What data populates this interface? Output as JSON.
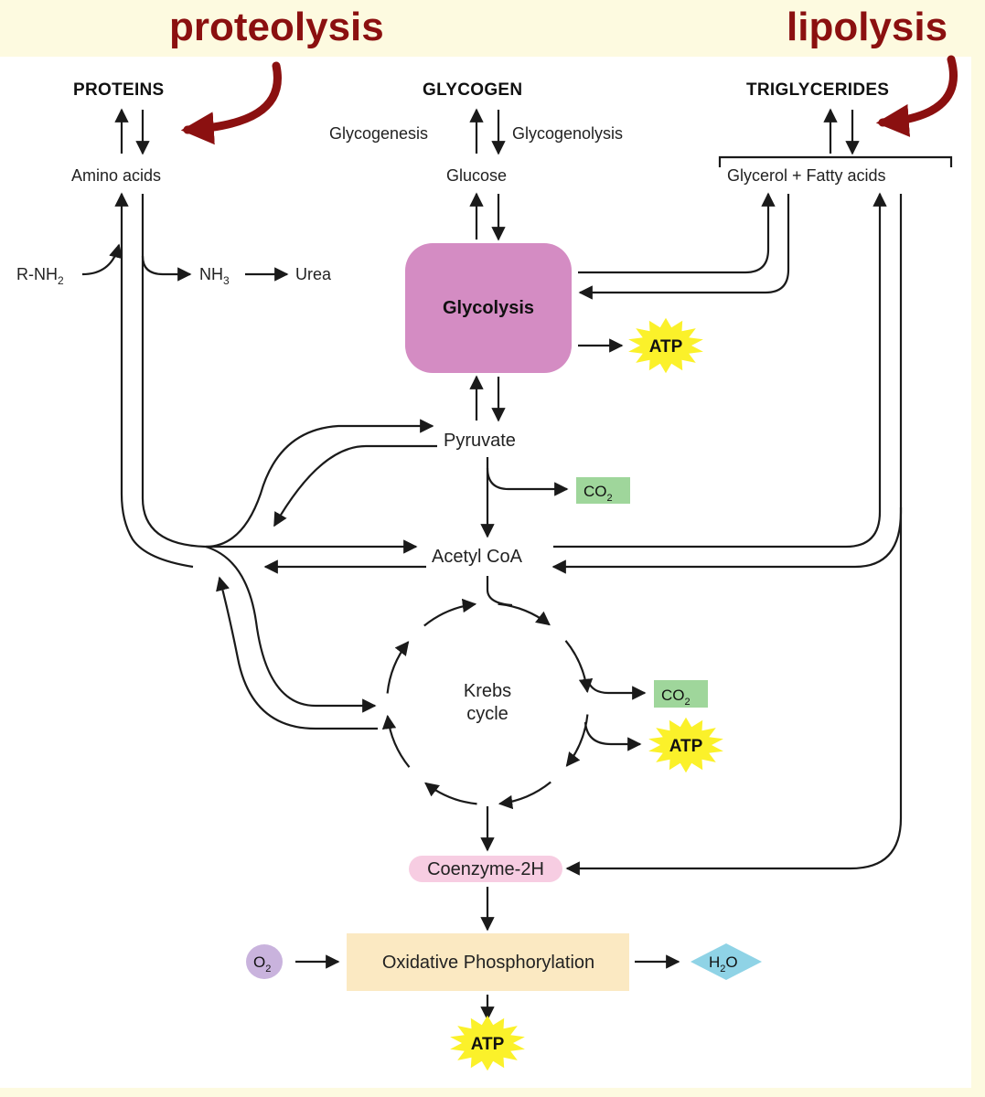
{
  "titles": {
    "proteolysis": "proteolysis",
    "lipolysis": "lipolysis"
  },
  "sources": {
    "proteins": "PROTEINS",
    "glycogen": "GLYCOGEN",
    "triglycerides": "TRIGLYCERIDES"
  },
  "labels": {
    "amino_acids": "Amino acids",
    "glucose": "Glucose",
    "glycerol_fatty": "Glycerol + Fatty acids",
    "glycogenesis": "Glycogenesis",
    "glycogenolysis": "Glycogenolysis",
    "r_nh2": "R-NH",
    "r_nh2_sub": "2",
    "nh3": "NH",
    "nh3_sub": "3",
    "urea": "Urea",
    "glycolysis": "Glycolysis",
    "pyruvate": "Pyruvate",
    "acetyl_coa": "Acetyl CoA",
    "krebs_line1": "Krebs",
    "krebs_line2": "cycle",
    "coenzyme": "Coenzyme-2H",
    "oxphos": "Oxidative Phosphorylation",
    "atp": "ATP",
    "co2": "CO",
    "co2_sub": "2",
    "o2": "O",
    "o2_sub": "2",
    "h2o_h": "H",
    "h2o_sub": "2",
    "h2o_o": "O"
  },
  "colors": {
    "glycolysis_fill": "#d48cc3",
    "atp_burst": "#fbf12a",
    "co2_fill": "#9fd69b",
    "coenzyme_fill": "#f7cde2",
    "oxphos_fill": "#fbe9c2",
    "o2_fill": "#c9b3dd",
    "h2o_fill": "#8fd3e6",
    "title_red": "#8b1010",
    "background": "#fdfae0"
  }
}
